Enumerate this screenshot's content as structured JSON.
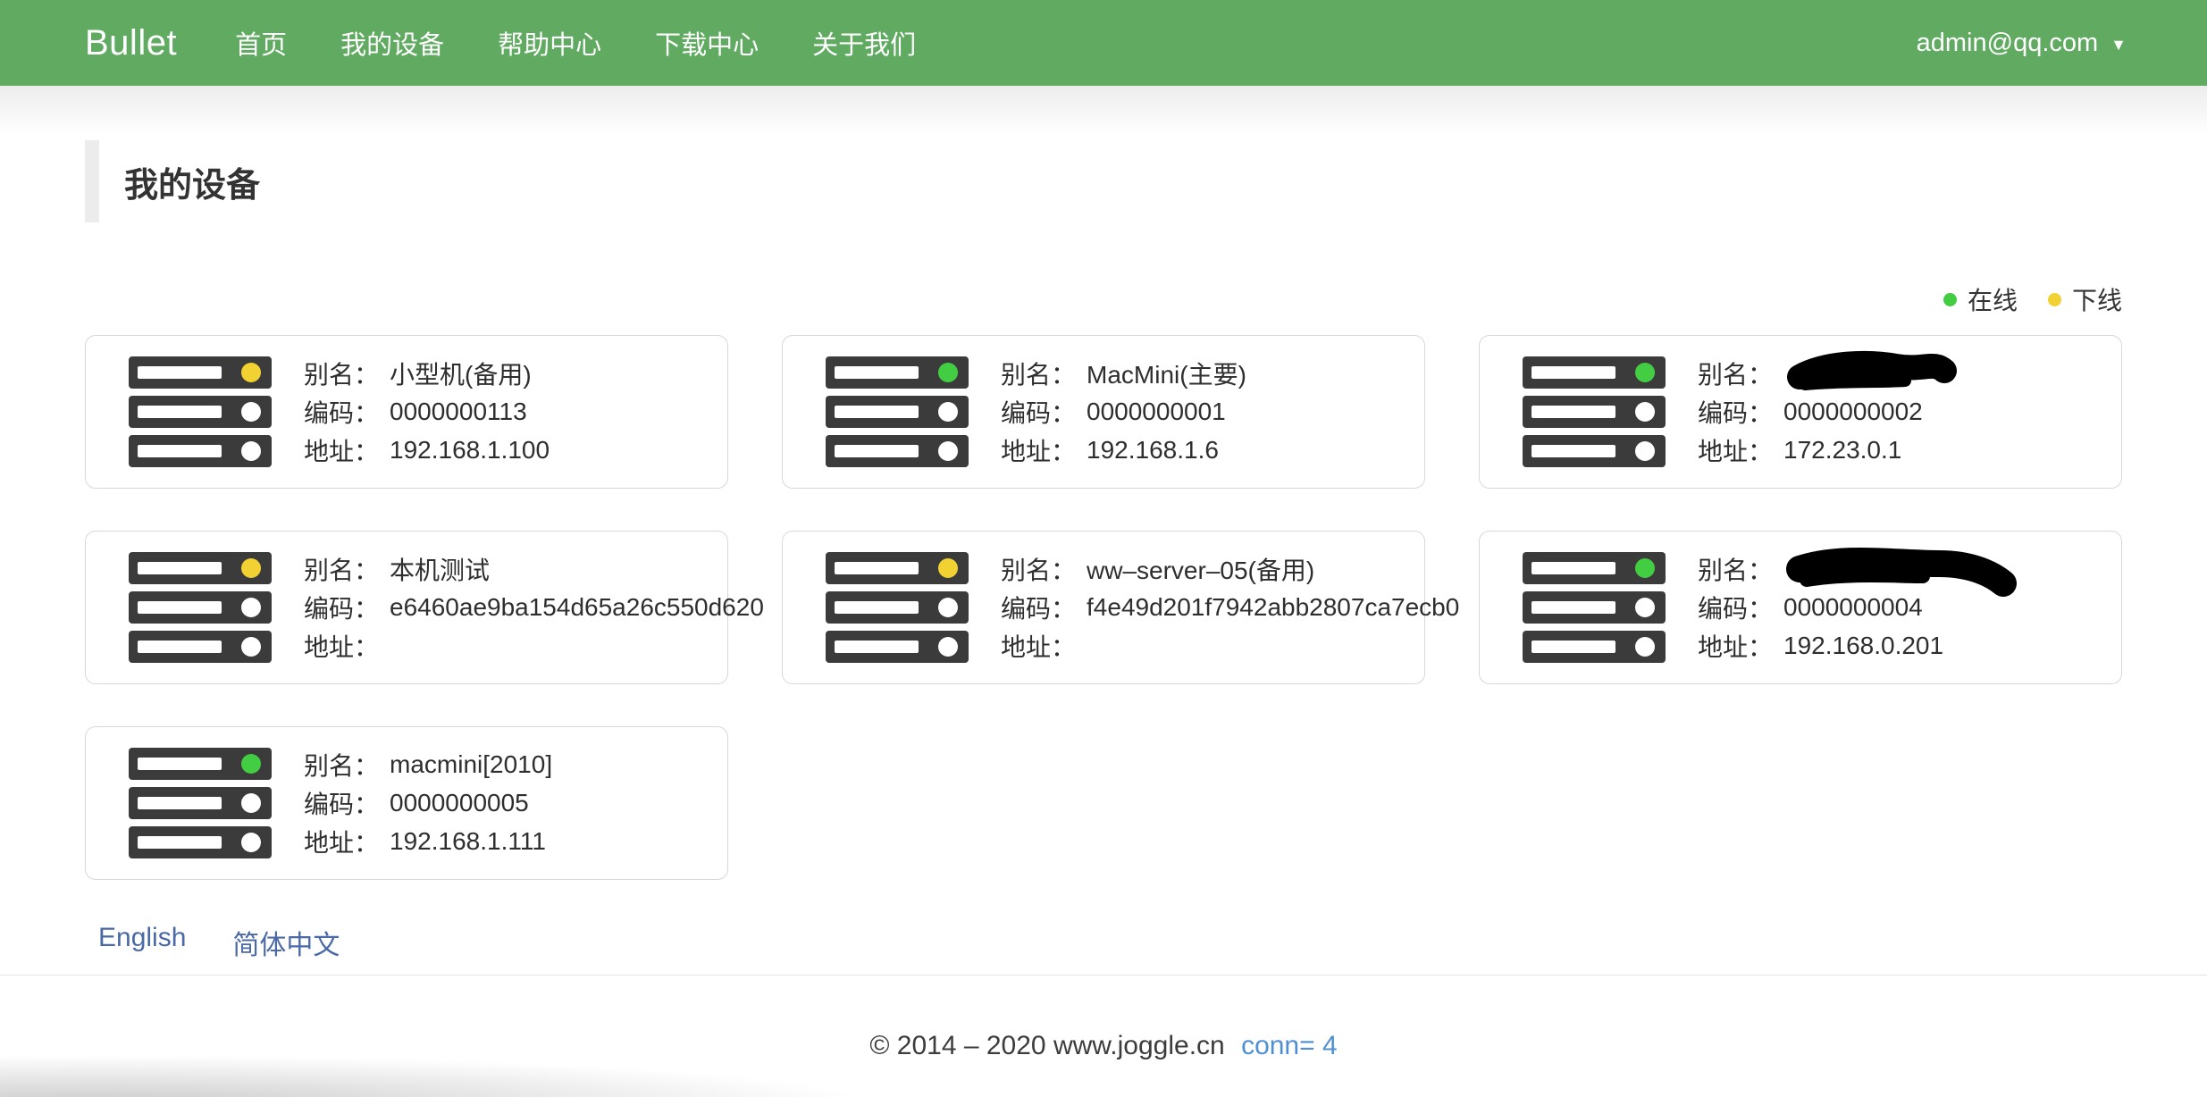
{
  "navbar": {
    "brand": "Bullet",
    "items": [
      {
        "label": "首页"
      },
      {
        "label": "我的设备"
      },
      {
        "label": "帮助中心"
      },
      {
        "label": "下载中心"
      },
      {
        "label": "关于我们"
      }
    ],
    "user_email": "admin@qq.com",
    "caret": "▼"
  },
  "page_title": "我的设备",
  "legend": {
    "online_label": "在线",
    "offline_label": "下线",
    "online_color": "#43cd43",
    "offline_color": "#f2d233"
  },
  "field_labels": {
    "alias": "别名：",
    "code": "编码：",
    "address": "地址："
  },
  "devices": [
    {
      "alias": "小型机(备用)",
      "code": "0000000113",
      "address": "192.168.1.100",
      "status": "offline",
      "redacted": false
    },
    {
      "alias": "MacMini(主要)",
      "code": "0000000001",
      "address": "192.168.1.6",
      "status": "online",
      "redacted": false
    },
    {
      "alias": "",
      "code": "0000000002",
      "address": "172.23.0.1",
      "status": "online",
      "redacted": true
    },
    {
      "alias": "本机测试",
      "code": "e6460ae9ba154d65a26c550d620",
      "address": "",
      "status": "offline",
      "redacted": false
    },
    {
      "alias": "ww–server–05(备用)",
      "code": "f4e49d201f7942abb2807ca7ecb0",
      "address": "",
      "status": "offline",
      "redacted": false
    },
    {
      "alias": "",
      "code": "0000000004",
      "address": "192.168.0.201",
      "status": "online",
      "redacted": true
    },
    {
      "alias": "macmini[2010]",
      "code": "0000000005",
      "address": "192.168.1.111",
      "status": "online",
      "redacted": false
    }
  ],
  "footer": {
    "lang_english": "English",
    "lang_chinese": "简体中文",
    "copyright": "© 2014 – 2020 www.joggle.cn",
    "conn_text": "conn= 4"
  },
  "colors": {
    "navbar_green": "#61aa61",
    "server_icon_dark": "#3b3b3b"
  }
}
